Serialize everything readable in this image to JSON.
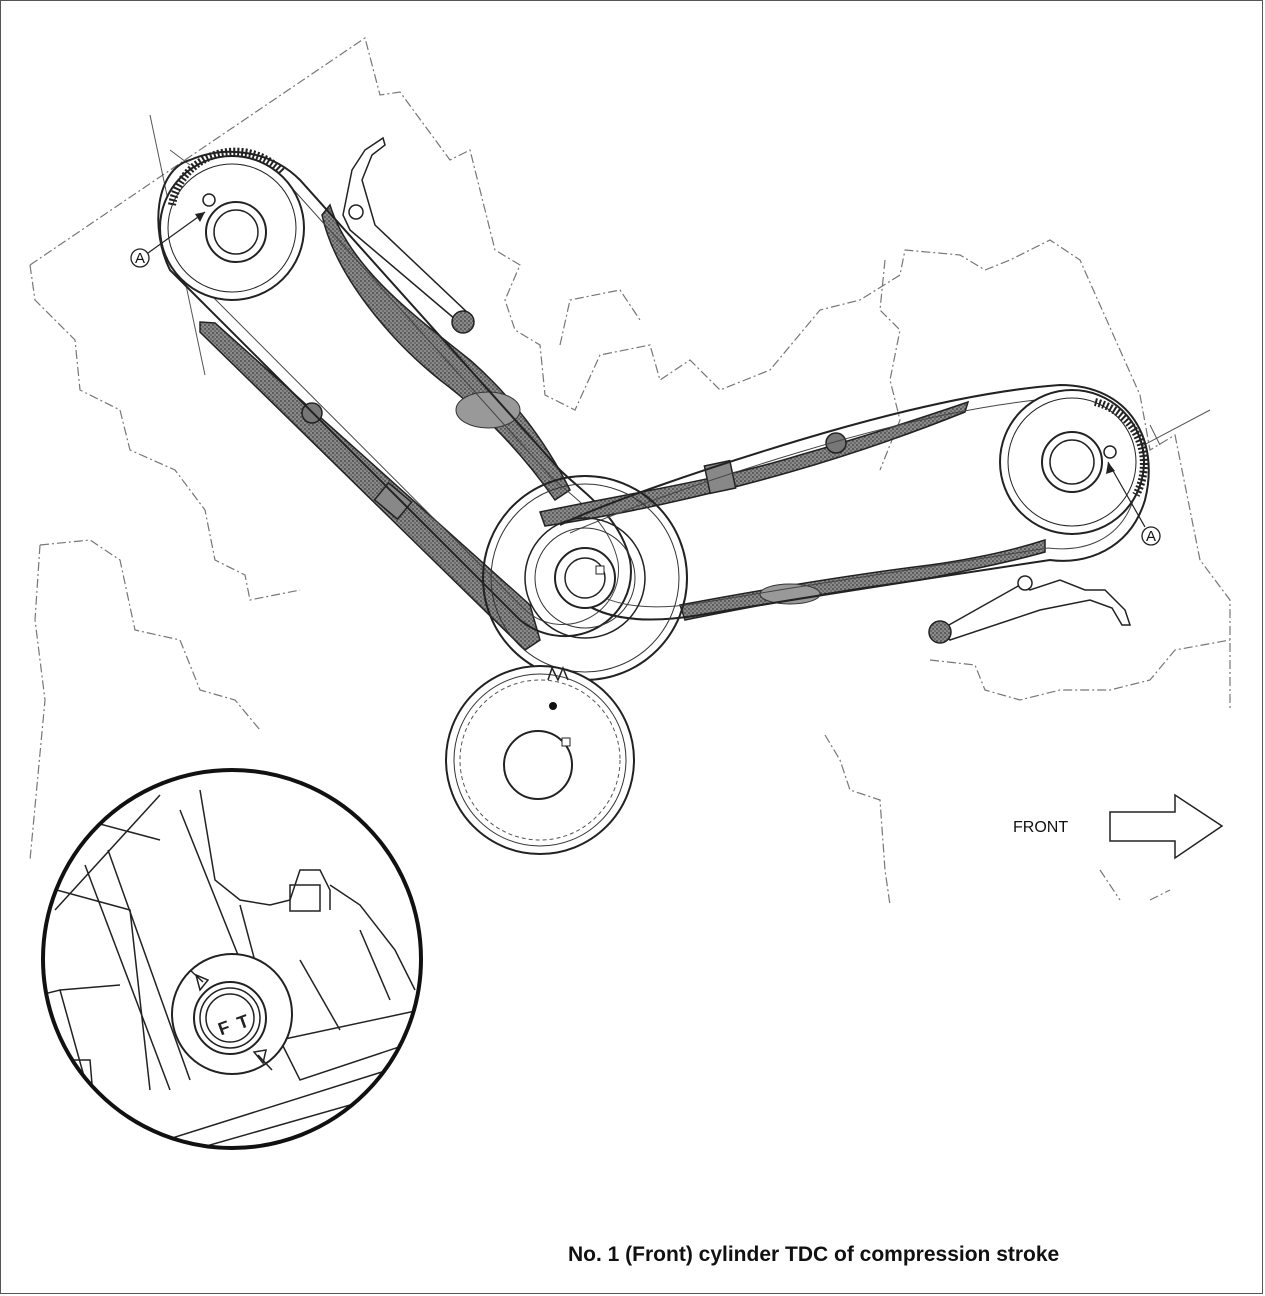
{
  "callouts": {
    "mark_left": "A",
    "mark_right": "A"
  },
  "direction": {
    "label": "FRONT"
  },
  "detail": {
    "mark_f": "F",
    "mark_t": "T"
  },
  "caption": "No. 1 (Front) cylinder TDC of compression stroke"
}
